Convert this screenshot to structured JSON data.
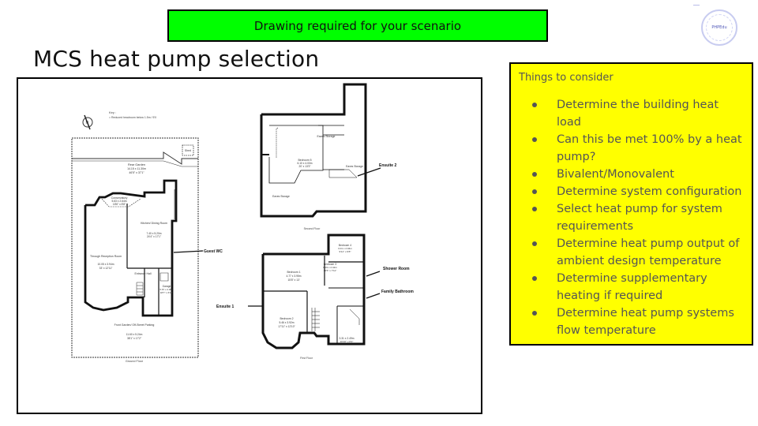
{
  "banner": {
    "text": "Drawing required for your scenario",
    "color": "#00ff00"
  },
  "logo": {
    "text": "PHPEdu"
  },
  "title": "MCS heat pump selection",
  "floorplan": {
    "key_label": "Key :",
    "key_item": "= Reduced headroom below 1.5m / 5'0",
    "compass": "N",
    "ground_floor": {
      "label": "Ground Floor",
      "rooms": [
        {
          "name": "Shed"
        },
        {
          "name": "Rear Garden",
          "metric": "14.15 x 11.30m",
          "imperial": "46'5\" x 37'1\""
        },
        {
          "name": "Conservatory",
          "metric": "5.63 x 2.64m",
          "imperial": "18'6\" x 8'8\""
        },
        {
          "name": "Kitchen/ Dining Room",
          "metric": "7.40 x 5.20m",
          "imperial": "24'4\" x 17'1\""
        },
        {
          "name": "Through Reception Room",
          "metric": "10.05 x 3.94m",
          "imperial": "33' x 12'11\""
        },
        {
          "name": "Entrance Hall"
        },
        {
          "name": "Garage",
          "metric": "5.67 x 2.08m",
          "imperial": "18'7\" x 6'10\""
        },
        {
          "name": "Front Garden/ Off-Street Parking",
          "metric": "11.60 x 5.24m",
          "imperial": "38'1\" x 17'2\""
        }
      ]
    },
    "second_floor": {
      "label": "Second Floor",
      "rooms": [
        {
          "name": "Eaves Storage"
        },
        {
          "name": "Bedroom 5",
          "metric": "6.10 x 4.00m",
          "imperial": "20' x 13'3\""
        },
        {
          "name": "Eaves Storage"
        },
        {
          "name": "Eaves Storage"
        }
      ]
    },
    "first_floor": {
      "label": "First Floor",
      "rooms": [
        {
          "name": "Bedroom 1",
          "metric": "4.77 x 3.95m",
          "imperial": "15'8\" x 13'"
        },
        {
          "name": "Bedroom 3",
          "metric": "3.19 x 2.42m",
          "imperial": "10'6\" x 7'11\""
        },
        {
          "name": "Bedroom 4",
          "metric": "3.01 x 2.04m",
          "imperial": "9'11\" x 6'8\""
        },
        {
          "name": "Bedroom 2",
          "metric": "5.46 x 3.92m",
          "imperial": "17'11\" x 12'10\""
        },
        {
          "name": "",
          "metric": "3.31 x 2.49m",
          "imperial": "10'10\" x 8'2\""
        }
      ]
    },
    "callouts": [
      "Guest WC",
      "Ensuite 2",
      "Shower Room",
      "Family Bathroom",
      "Ensuite 1"
    ]
  },
  "consider": {
    "heading": "Things to consider",
    "items": [
      "Determine the building heat load",
      "Can this be met 100% by a heat pump?",
      "Bivalent/Monovalent",
      "Determine system configuration",
      "Select heat pump for system requirements",
      "Determine heat pump output of ambient design temperature",
      "Determine supplementary heating if required",
      "Determine heat pump systems flow temperature"
    ],
    "color": "#ffff00"
  }
}
